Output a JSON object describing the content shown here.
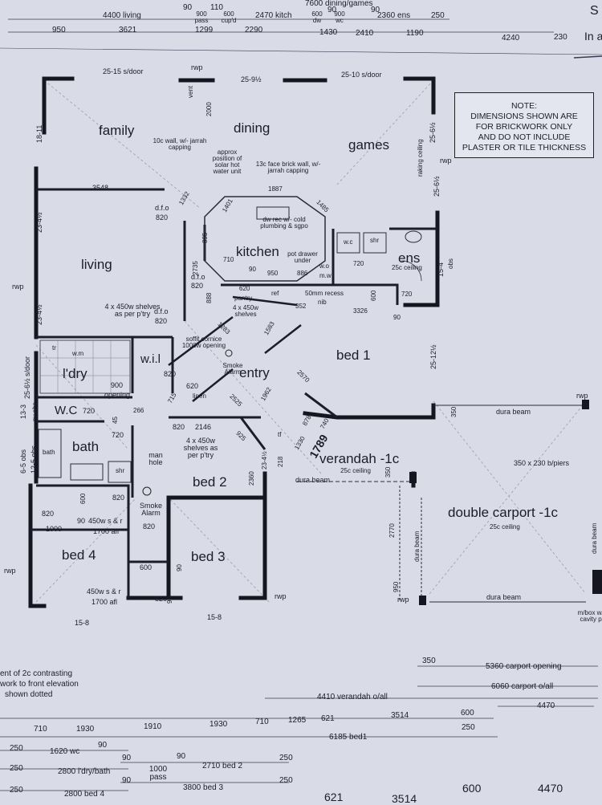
{
  "note": {
    "lines": [
      "NOTE:",
      "DIMENSIONS SHOWN ARE",
      "FOR BRICKWORK ONLY",
      "AND DO NOT INCLUDE",
      "PLASTER OR TILE THICKNESS"
    ]
  },
  "rooms": {
    "family": "family",
    "dining": "dining",
    "games": "games",
    "living": "living",
    "kitchen": "kitchen",
    "ens": "ens",
    "bed1": "bed 1",
    "entry": "entry",
    "ldry": "l'dry",
    "wil": "w.i.l",
    "wc": "W.C",
    "bath": "bath",
    "bed2": "bed 2",
    "bed3": "bed 3",
    "bed4": "bed 4",
    "verandah": "verandah -1c",
    "carport": "double carport -1c"
  },
  "labels": {
    "top_row1": [
      "90",
      "110",
      "7600 dining/games",
      "90",
      "90"
    ],
    "top_row2": [
      "4400 living",
      "900 pass",
      "600 cup'd",
      "2470 kitch",
      "600 dw",
      "900 wc",
      "2360 ens",
      "250"
    ],
    "top_row3": [
      "950",
      "3621",
      "1299",
      "2290",
      "1430",
      "2410",
      "1190",
      "4240",
      "230"
    ],
    "top_right": [
      "S",
      "In a"
    ],
    "s_door_left": "25-15 s/door",
    "rwp": "rwp",
    "brick_mid": "25-9½",
    "s_door_right": "25-10 s/door",
    "vert_2000": "2000",
    "vent": "vent",
    "wall_note": "10c wall, w/- jarrah capping",
    "solar": "approx position of solar hot water unit",
    "face_brick": "13c face brick wall, w/- jarrah capping",
    "raking": "raking ceiling",
    "v_18_11": "18-11",
    "v_25_6a": "25-6½",
    "v_25_6b": "25-6½",
    "d_3548": "3548",
    "d_1332": "1332",
    "d_1887": "1887",
    "d_1401": "1401",
    "d_1485": "1485",
    "dfo": "d.f.o",
    "d_820": "820",
    "dw_rec": "dw rec w/- cold plumbing & sgpo",
    "pot_drawer": "pot drawer under",
    "wo": "w.o",
    "mw": "m.w",
    "shr": "shr",
    "wc_lower": "w.c",
    "ceiling_25c": "25c ceiling",
    "d_720": "720",
    "d_895": "895",
    "d_710": "710",
    "d_2735": "2735",
    "d_90": "90",
    "d_950": "950",
    "d_886": "886",
    "d_888": "888",
    "pantry": "pantry",
    "shelves_a": "4 x 450w shelves",
    "ref": "ref",
    "recess": "50mm recess",
    "nib": "nib",
    "d_352": "352",
    "d_3326": "3326",
    "d_600": "600",
    "v_15_4": "15-4",
    "obs": "obs",
    "v_23_4a": "23-4½",
    "v_23_4b": "23-4½",
    "v_25_12": "25-12½",
    "shelves_b": "4 x 450w shelves as per p'try",
    "d_1283": "1283",
    "d_1583": "1583",
    "soffit": "soffit cornice 1000w opening",
    "smoke": "Smoke Alarm",
    "d_2570": "2570",
    "tr": "tr",
    "wm": "w.m",
    "s_door_side": "25-6½ s/door",
    "d_900": "900",
    "opening": "opening",
    "d_266": "266",
    "d_715": "715",
    "d_620": "620",
    "linen": "linen",
    "d_1962": "1962",
    "d_2525": "2525",
    "v_13_3": "13-3",
    "pv_obs": "pv obs",
    "d_45": "45",
    "d_2146": "2146",
    "d_925": "925",
    "d_878": "878",
    "d_1330": "1330",
    "d_740": "740",
    "d_1789": "1789",
    "d_350": "350",
    "dura_beam": "dura beam",
    "tf": "tf",
    "shelves_c": "4 x 450w shelves as per p'try",
    "man_hole": "man hole",
    "v_6_5": "6-5 obs",
    "v_12_5": "12-5 obs",
    "d_2360": "2360",
    "d_218": "218",
    "bipiers": "350 x 230 b/piers",
    "ceiling_carport": "25c ceiling",
    "d_2770": "2770",
    "d_1000": "1000",
    "sr_a": "450w s & r",
    "afl_a": "1700 afl",
    "sr_b": "450w s & r",
    "afl_b": "1700 afl",
    "d_15_8a": "15-8",
    "d_15_8b": "15-8",
    "mbox": "m/box w/- cavity pl",
    "elevation": [
      "ent of 2c contrasting",
      "work to front elevation",
      "shown dotted"
    ],
    "carport_opening": "5360 carport opening",
    "carport_oall": "6060 carport o/all",
    "verandah_oall": "4410 verandah o/all",
    "d_4470": "4470",
    "bottom_row1": [
      "710",
      "1930",
      "1910",
      "1930",
      "710",
      "1265",
      "621",
      "3514",
      "600",
      "250"
    ],
    "bed1_total": "6185 bed1",
    "bottom_row2": [
      "250",
      "1620 wc",
      "90"
    ],
    "bottom_row3": [
      "90",
      "90",
      "1000 pass",
      "2710 bed 2",
      "250"
    ],
    "bottom_row4": [
      "250",
      "2800 l'dry/bath"
    ],
    "bottom_row5": [
      "90",
      "3800 bed 3",
      "250"
    ],
    "bottom_row6": [
      "250",
      "2800 bed 4"
    ],
    "bottom_big": [
      "621",
      "3514",
      "600",
      "4470"
    ]
  }
}
